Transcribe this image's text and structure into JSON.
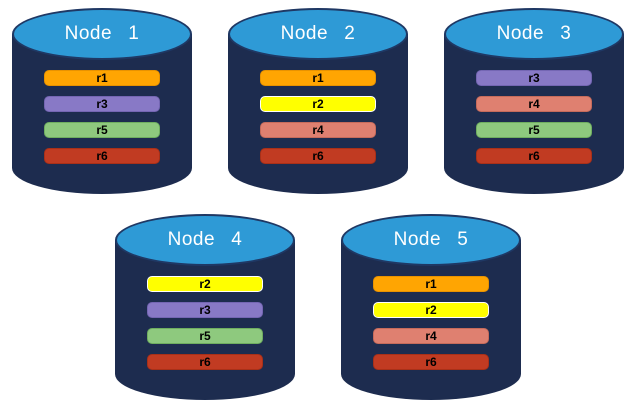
{
  "diagram": {
    "background_color": "#FFFFFF",
    "cylinder": {
      "body_color": "#1D2C4F",
      "top_fill_color": "#2E9AD6",
      "top_border_color": "#1F3864",
      "label_color": "#FFFFFF"
    },
    "replica_palette": {
      "r1": {
        "fill": "#FFA502",
        "border": "#E89200"
      },
      "r2": {
        "fill": "#FFFF00",
        "border": "#FDFDFD"
      },
      "r3": {
        "fill": "#8879C6",
        "border": "#7466B3"
      },
      "r4": {
        "fill": "#DF8070",
        "border": "#C66B5B"
      },
      "r5": {
        "fill": "#8EC97E",
        "border": "#6FAE60"
      },
      "r6": {
        "fill": "#C13B22",
        "border": "#A93018"
      }
    },
    "nodes": [
      {
        "label": "Node 1",
        "replicas": [
          "r1",
          "r3",
          "r5",
          "r6"
        ]
      },
      {
        "label": "Node 2",
        "replicas": [
          "r1",
          "r2",
          "r4",
          "r6"
        ]
      },
      {
        "label": "Node 3",
        "replicas": [
          "r3",
          "r4",
          "r5",
          "r6"
        ]
      },
      {
        "label": "Node 4",
        "replicas": [
          "r2",
          "r3",
          "r5",
          "r6"
        ]
      },
      {
        "label": "Node 5",
        "replicas": [
          "r1",
          "r2",
          "r4",
          "r6"
        ]
      }
    ],
    "rows": [
      [
        0,
        1,
        2
      ],
      [
        3,
        4
      ]
    ]
  }
}
